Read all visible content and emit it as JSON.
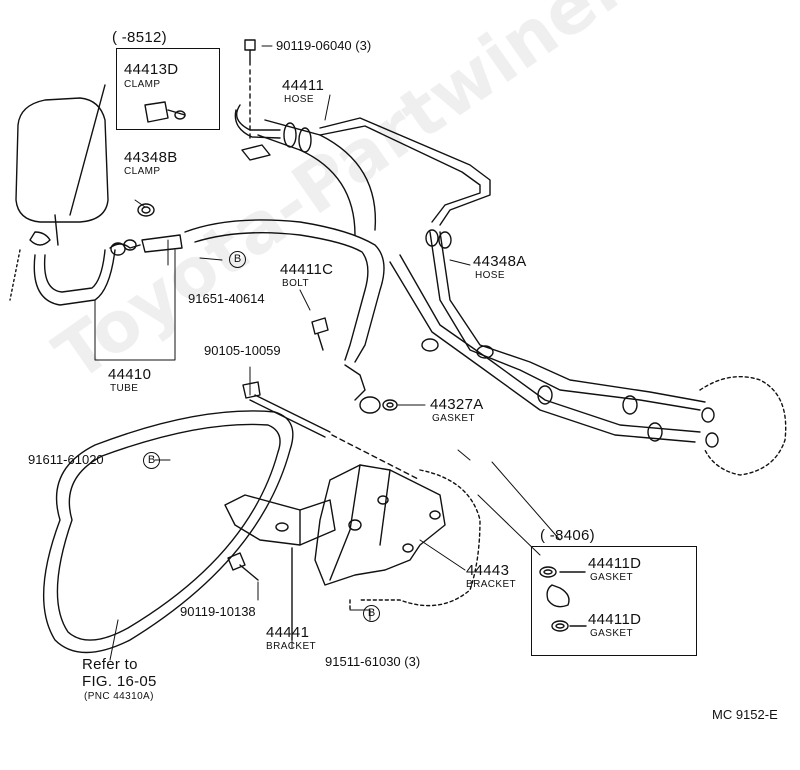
{
  "watermark": "Toyota-Partwine.ru",
  "insets": {
    "top_range": "(        -8512)",
    "right_range": "(        -8406)"
  },
  "parts": {
    "p44413D": {
      "number": "44413D",
      "name": "CLAMP"
    },
    "p44348B": {
      "number": "44348B",
      "name": "CLAMP"
    },
    "p44411": {
      "number": "44411",
      "name": "HOSE"
    },
    "p44411C": {
      "number": "44411C",
      "name": "BOLT"
    },
    "p44348A": {
      "number": "44348A",
      "name": "HOSE"
    },
    "p44410": {
      "number": "44410",
      "name": "TUBE"
    },
    "p44327A": {
      "number": "44327A",
      "name": "GASKET"
    },
    "p44443": {
      "number": "44443",
      "name": "BRACKET"
    },
    "p44441": {
      "number": "44441",
      "name": "BRACKET"
    },
    "p44411D_a": {
      "number": "44411D",
      "name": "GASKET"
    },
    "p44411D_b": {
      "number": "44411D",
      "name": "GASKET"
    }
  },
  "fasteners": {
    "f90119_06040": "90119-06040 (3)",
    "f91651_40614": "91651-40614",
    "f90105_10059": "90105-10059",
    "f91611_61020": "91611-61020",
    "f90119_10138": "90119-10138",
    "f91511_61030": "91511-61030 (3)"
  },
  "bubble_letter": "B",
  "refer": {
    "line1": "Refer to",
    "line2": "FIG. 16-05",
    "line3": "(PNC 44310A)"
  },
  "figure_code": "MC 9152-E"
}
